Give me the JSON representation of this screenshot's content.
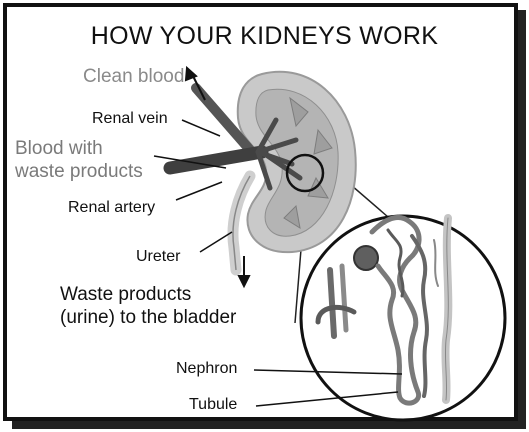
{
  "title": "HOW YOUR KIDNEYS WORK",
  "labels": {
    "clean_blood": "Clean blood",
    "renal_vein": "Renal vein",
    "blood_waste_line1": "Blood with",
    "blood_waste_line2": "waste products",
    "renal_artery": "Renal artery",
    "ureter": "Ureter",
    "waste_line1": "Waste products",
    "waste_line2": "(urine) to the bladder",
    "nephron": "Nephron",
    "tubule": "Tubule"
  },
  "colors": {
    "clean_blood_text": "#8a8a8a",
    "waste_text": "#7a7a7a",
    "kidney_fill": "#c9c9c9",
    "vessel": "#4a4a4a"
  }
}
